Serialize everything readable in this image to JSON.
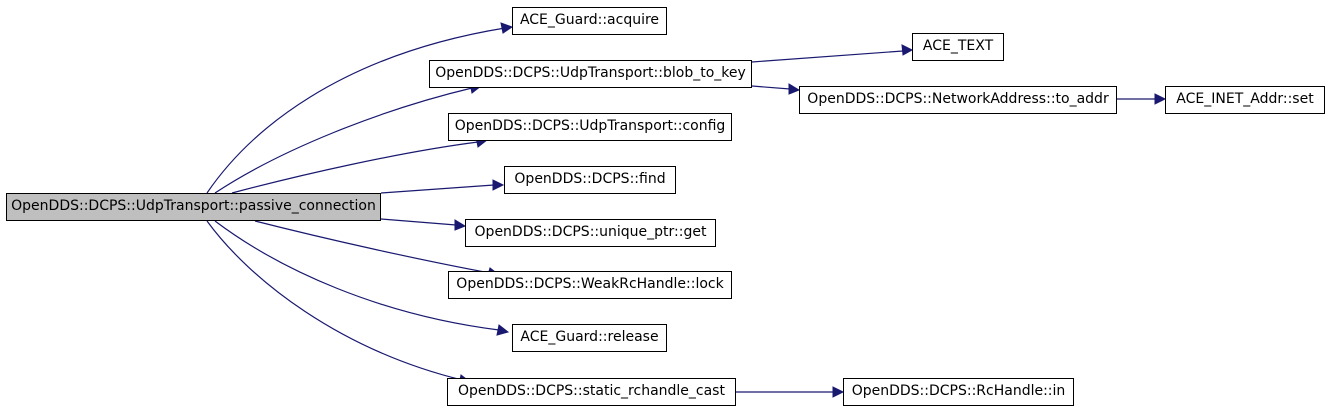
{
  "graph": {
    "colors": {
      "edge": "#191970",
      "root_fill": "#bfbfbf",
      "node_fill": "#ffffff",
      "border": "#000000"
    },
    "nodes": {
      "passive_connection": "OpenDDS::DCPS::UdpTransport::passive_connection",
      "guard_acquire": "ACE_Guard::acquire",
      "blob_to_key": "OpenDDS::DCPS::UdpTransport::blob_to_key",
      "ace_text": "ACE_TEXT",
      "to_addr": "OpenDDS::DCPS::NetworkAddress::to_addr",
      "inet_addr_set": "ACE_INET_Addr::set",
      "config": "OpenDDS::DCPS::UdpTransport::config",
      "find": "OpenDDS::DCPS::find",
      "unique_ptr_get": "OpenDDS::DCPS::unique_ptr::get",
      "weak_lock": "OpenDDS::DCPS::WeakRcHandle::lock",
      "guard_release": "ACE_Guard::release",
      "static_rchandle_cast": "OpenDDS::DCPS::static_rchandle_cast",
      "rchandle_in": "OpenDDS::DCPS::RcHandle::in"
    },
    "edges": [
      [
        "passive_connection",
        "guard_acquire"
      ],
      [
        "passive_connection",
        "blob_to_key"
      ],
      [
        "passive_connection",
        "config"
      ],
      [
        "passive_connection",
        "find"
      ],
      [
        "passive_connection",
        "unique_ptr_get"
      ],
      [
        "passive_connection",
        "weak_lock"
      ],
      [
        "passive_connection",
        "guard_release"
      ],
      [
        "passive_connection",
        "static_rchandle_cast"
      ],
      [
        "blob_to_key",
        "ace_text"
      ],
      [
        "blob_to_key",
        "to_addr"
      ],
      [
        "to_addr",
        "inet_addr_set"
      ],
      [
        "static_rchandle_cast",
        "rchandle_in"
      ]
    ]
  }
}
